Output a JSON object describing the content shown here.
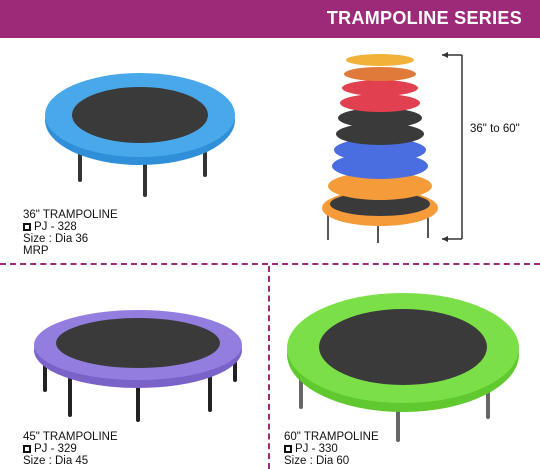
{
  "header": {
    "title": "TRAMPOLINE SERIES"
  },
  "stack": {
    "range_label": "36\" to 60\""
  },
  "products": [
    {
      "name": "36\" TRAMPOLINE",
      "code": "PJ - 328",
      "size": "Size : Dia 36",
      "mrp": "MRP",
      "color": "#3f9fe0"
    },
    {
      "name": "45\" TRAMPOLINE",
      "code": "PJ - 329",
      "size": "Size : Dia 45",
      "color": "#8a72d8"
    },
    {
      "name": "60\" TRAMPOLINE",
      "code": "PJ - 330",
      "size": "Size : Dia 60",
      "color": "#74d63f"
    }
  ],
  "colors": {
    "header": "#9c2a78",
    "mat": "#3a3a3a",
    "stack": [
      "#ff8a3d",
      "#ff8a3d",
      "#4a6de0",
      "#4a6de0",
      "#3a3a3a",
      "#3a3a3a",
      "#e04050",
      "#e04050",
      "#ff8a3d"
    ]
  }
}
